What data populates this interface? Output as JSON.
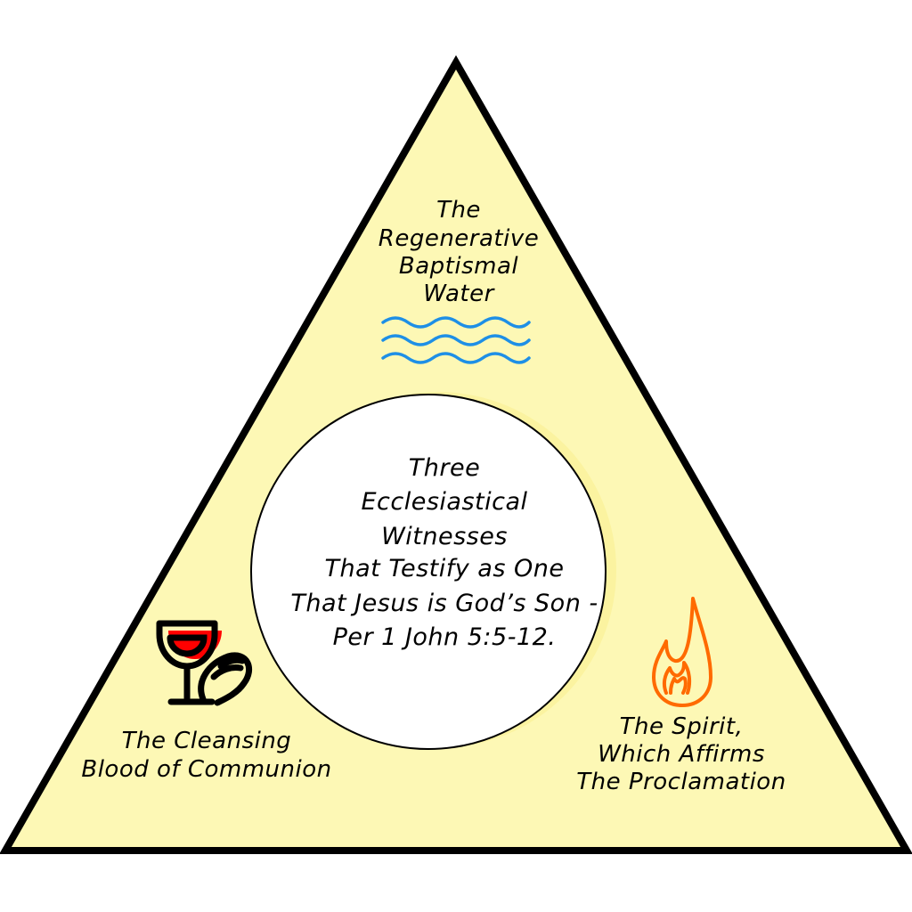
{
  "title_lines": [
    "Three",
    "Ecclesiastical",
    "Witnesses",
    "That Testify as One",
    "That Jesus is God’s Son -",
    "Per 1 John 5:5-12."
  ],
  "water": {
    "lines": [
      "The",
      "Regenerative",
      "Baptismal",
      "Water"
    ],
    "icon": "water-waves-icon"
  },
  "blood": {
    "lines": [
      "The Cleansing",
      "Blood of Communion"
    ],
    "icon": "communion-cup-bread-icon"
  },
  "spirit": {
    "lines": [
      "The Spirit,",
      "Which Affirms",
      "The Proclamation"
    ],
    "icon": "flame-icon"
  },
  "colors": {
    "triangle_fill": "#fdf8b5",
    "water": "#1e8fe6",
    "wine": "#ff0000",
    "flame": "#ff6a00",
    "outline": "#000000"
  }
}
